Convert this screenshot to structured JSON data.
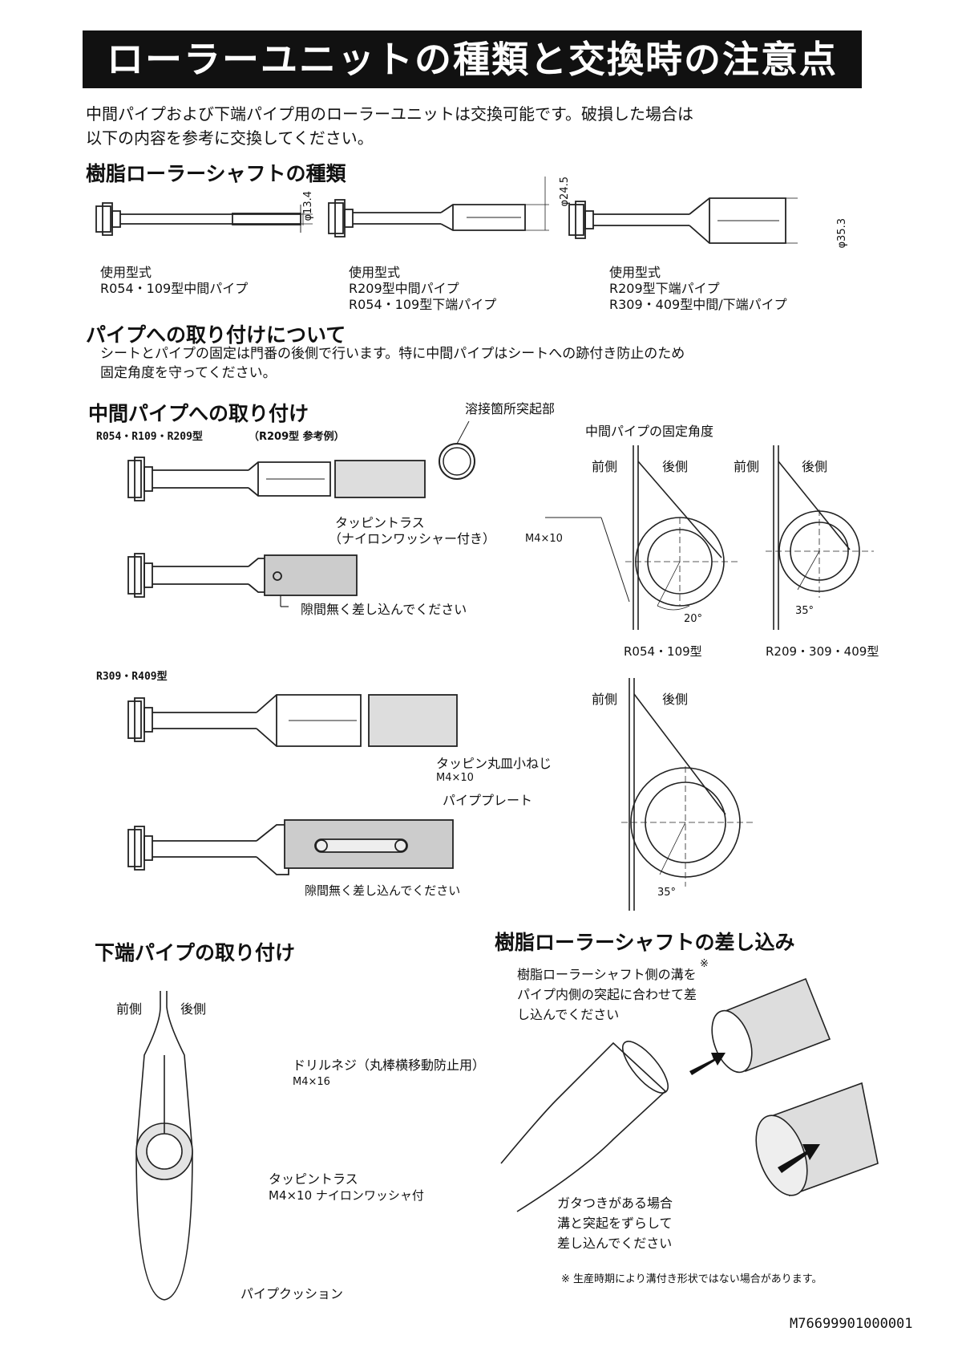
{
  "title": "ローラーユニットの種類と交換時の注意点",
  "intro": {
    "line1": "中間パイプおよび下端パイプ用のローラーユニットは交換可能です。破損した場合は",
    "line2": "以下の内容を参考に交換してください。"
  },
  "shaft_types": {
    "heading": "樹脂ローラーシャフトの種類",
    "items": [
      {
        "dimension": "φ13.4",
        "label": "使用型式",
        "models": [
          "R054・109型中間パイプ"
        ]
      },
      {
        "dimension": "φ24.5",
        "label": "使用型式",
        "models": [
          "R209型中間パイプ",
          "R054・109型下端パイプ"
        ]
      },
      {
        "dimension": "φ35.3",
        "label": "使用型式",
        "models": [
          "R209型下端パイプ",
          "R309・409型中間/下端パイプ"
        ]
      }
    ]
  },
  "pipe_mount": {
    "heading": "パイプへの取り付けについて",
    "line1": "シートとパイプの固定は門番の後側で行います。特に中間パイプはシートへの跡付き防止のため",
    "line2": "固定角度を守ってください。"
  },
  "middle_pipe": {
    "heading": "中間パイプへの取り付け",
    "models": "R054・R109・R209型",
    "example": "（R209型 参考例）",
    "weld_label": "溶接箇所突起部",
    "screw_label": "タッピントラス",
    "screw_note": "（ナイロンワッシャー付き）",
    "screw_size": "M4×10",
    "insert_note": "隙間無く差し込んでください",
    "angle_title": "中間パイプの固定角度",
    "front": "前側",
    "back": "後側",
    "angle_a": "20°",
    "angle_b": "35°",
    "model_a": "R054・109型",
    "model_b": "R209・309・409型"
  },
  "r309": {
    "models": "R309・R409型",
    "screw_label": "タッピン丸皿小ねじ",
    "screw_size": "M4×10",
    "plate_label": "パイププレート",
    "insert_note": "隙間無く差し込んでください",
    "front": "前側",
    "back": "後側",
    "angle": "35°"
  },
  "bottom_pipe": {
    "heading": "下端パイプの取り付け",
    "front": "前側",
    "back": "後側",
    "drill_label": "ドリルネジ（丸棒横移動防止用）",
    "drill_size": "M4×16",
    "truss_label": "タッピントラス",
    "truss_size": "M4×10 ナイロンワッシャ付",
    "cushion_label": "パイプクッション"
  },
  "insertion": {
    "heading": "樹脂ローラーシャフトの差し込み",
    "note1": "樹脂ローラーシャフト側の溝を",
    "note2": "パイプ内側の突起に合わせて差",
    "note3": "し込んでください",
    "star": "※",
    "rattle1": "ガタつきがある場合",
    "rattle2": "溝と突起をずらして",
    "rattle3": "差し込んでください",
    "footnote": "※ 生産時期により溝付き形状ではない場合があります。"
  },
  "doc_code": "M76699901000001"
}
